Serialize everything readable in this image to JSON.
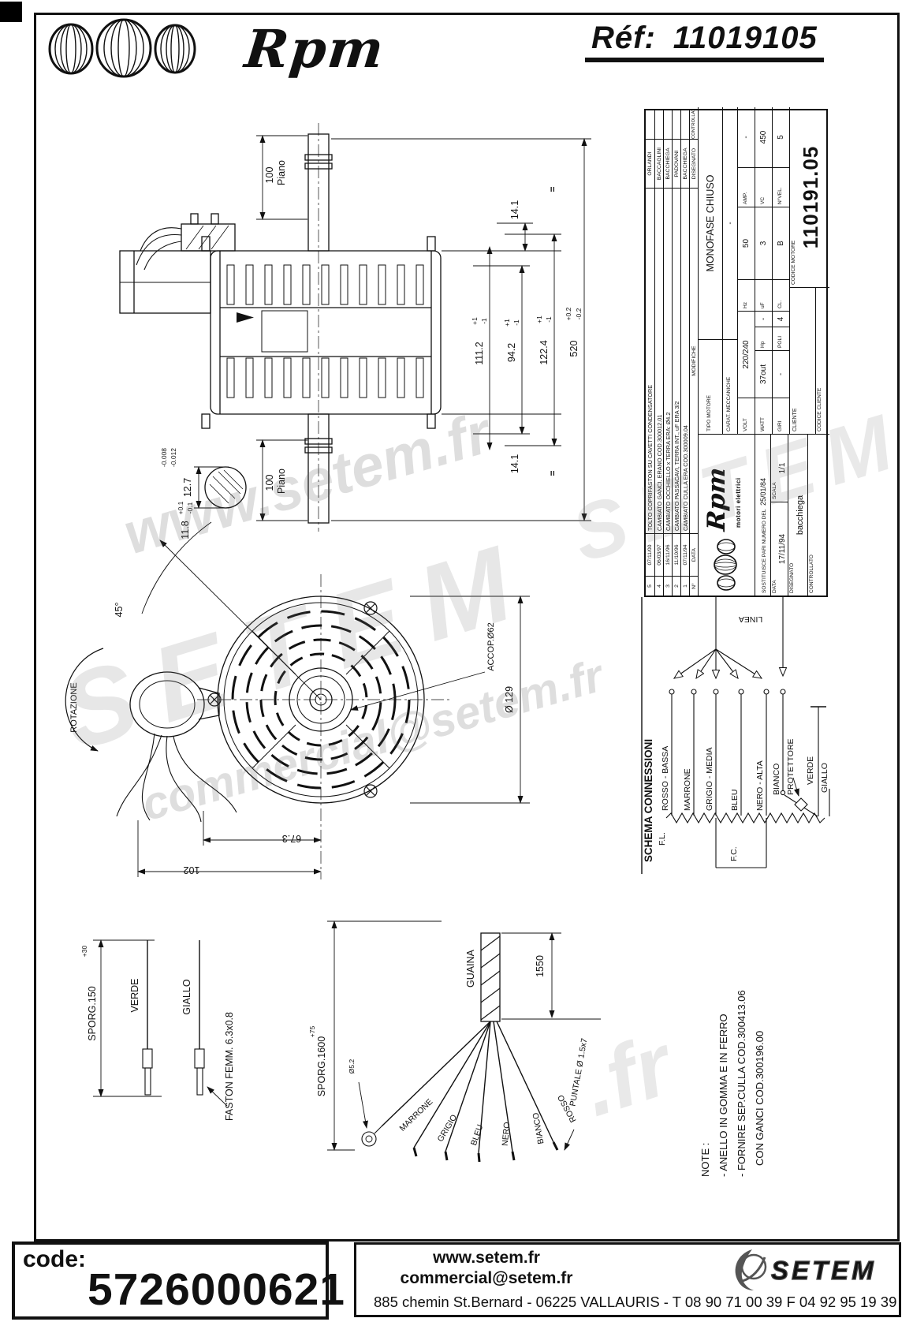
{
  "header": {
    "brand": "Rpm",
    "ref_label": "Réf:",
    "ref_value": "11019105"
  },
  "watermark": {
    "www": "www.setem.fr",
    "setem": "SETEM",
    "email": "commercial@setem.fr",
    "fr": ".fr"
  },
  "side_view": {
    "piano_top": "Piano",
    "d100_top": "100",
    "piano_bot": "Piano",
    "d100_bot": "100",
    "d141_top": "14.1",
    "d141_bot": "14.1",
    "d1112": "111.2",
    "d1112_tp": "+1",
    "d1112_tm": "-1",
    "d942": "94.2",
    "d942_tp": "+1",
    "d942_tm": "-1",
    "d1224": "122.4",
    "d1224_tp": "+1",
    "d1224_tm": "-1",
    "d520": "520",
    "d520_tp": "+0.2",
    "d520_tm": "-0.2",
    "eq_top": "=",
    "eq_bot": "=",
    "d127": "12.7",
    "d118": "11.8",
    "d118_tp": "+0.1",
    "d118_tm": "-0.1",
    "fit_a": "-0.008",
    "fit_b": "-0.012"
  },
  "front_view": {
    "rotazione": "ROTAZIONE",
    "a45": "45°",
    "d129": "Ø 129",
    "accop": "ACCOP.Ø62",
    "d673": "67.3",
    "d102": "102"
  },
  "title_block": {
    "revisions": [
      {
        "n": "5",
        "date": "07/11/00",
        "text": "TOLTO COPRIFASTON SU CAVETTI CONDENSATORE",
        "name": "ORLANDI"
      },
      {
        "n": "4",
        "date": "06/03/97",
        "text": "CAMBIATO GANCI, ERANO COD.300012.01",
        "name": "BACCAGLINI"
      },
      {
        "n": "3",
        "date": "16/11/96",
        "text": "CAMBIATO OCCHIELLO x TERRA ERA: Ø4.2",
        "name": "BACCHIEGA"
      },
      {
        "n": "2",
        "date": "11/10/96",
        "text": "CAMBIATO PASSACAVI, TERRA INT., uF ERA 3/2",
        "name": "PADOVANI"
      },
      {
        "n": "1",
        "date": "07/11/94",
        "text": "CAMBIATO CULLA ERA COD.300009.04",
        "name": "BACCHIEGA"
      }
    ],
    "rev_header": {
      "n": "N°",
      "date": "DATA",
      "text": "MODIFICHE",
      "name": "DISEGNATO",
      "check": "CONTROLLATO"
    },
    "logo_brand": "Rpm",
    "logo_sub": "motori elettrici",
    "sostituisce_label": "SOSTITUISCE PARI NUMERO DEL",
    "sostituisce_date": "25/01/84",
    "scala_label": "SCALA",
    "scala_value": "1/1",
    "data_label": "DATA",
    "data_value": "17/11/94",
    "disegnato_label": "DISEGNATO",
    "disegnato_value": "bacchiega",
    "controllato_label": "CONTROLLATO",
    "tipo_label": "TIPO MOTORE",
    "tipo_value": "MONOFASE CHIUSO",
    "carat_label": "CARAT. MECCANICHE",
    "carat_value": "-",
    "volt_label": "VOLT",
    "volt": "220/240",
    "hz_label": "Hz",
    "hz": "50",
    "amp_label": "AMP.",
    "amp": "-",
    "watt_label": "WATT",
    "watt": "37out",
    "hp_label": "Hp",
    "hp": "-",
    "uf_label": "uF",
    "uf": "3",
    "vc_label": "VC",
    "vc": "450",
    "giri_label": "GIRI",
    "giri": "-",
    "poli_label": "POLI",
    "poli": "4",
    "cl_label": "CL.",
    "cl": "B",
    "nvel_label": "N°VEL.",
    "nvel": "5",
    "cliente_label": "CLIENTE",
    "codice_cliente_label": "CODICE CLIENTE",
    "codice_motore_label": "CODICE MOTORE",
    "codice_motore": "110191.05"
  },
  "schema": {
    "title": "SCHEMA CONNESSIONI",
    "linea": "LINEA",
    "wires": [
      "ROSSO - BASSA",
      "MARRONE",
      "GRIGIO - MEDIA",
      "BLEU",
      "NERO - ALTA",
      "BIANCO"
    ],
    "protettore": "PROTETTORE",
    "verde": "VERDE",
    "giallo": "GIALLO",
    "fl": "F.L.",
    "fc": "F.C."
  },
  "faston_detail": {
    "sporg": "SPORG.150",
    "sporg_tol": "+30",
    "verde": "VERDE",
    "giallo": "GIALLO",
    "faston": "FASTON FEMM. 6.3x0.8"
  },
  "cable_detail": {
    "sporg": "SPORG.1600",
    "sporg_tol": "+75",
    "guaina": "GUAINA",
    "d1550": "1550",
    "wires": [
      "MARRONE",
      "GRIGIO",
      "BLEU",
      "NERO",
      "BIANCO",
      "ROSSO"
    ],
    "puntale": "PUNTALE Ø 1.5x7",
    "eyelet": "Ø5.2"
  },
  "notes": {
    "title": "NOTE :",
    "line1": "- ANELLO IN GOMMA E IN FERRO",
    "line2": "- FORNIRE SEP.CULLA COD.300413.06",
    "line3": "CON GANCI COD.300196.00"
  },
  "footer": {
    "code_label": "code:",
    "code_value": "5726000621",
    "website": "www.setem.fr",
    "email": "commercial@setem.fr",
    "address": "885 chemin St.Bernard  -  06225 VALLAURIS  -  T 08 90 71 00 39   F 04 92 95 19 39",
    "logo": "SETEM"
  }
}
